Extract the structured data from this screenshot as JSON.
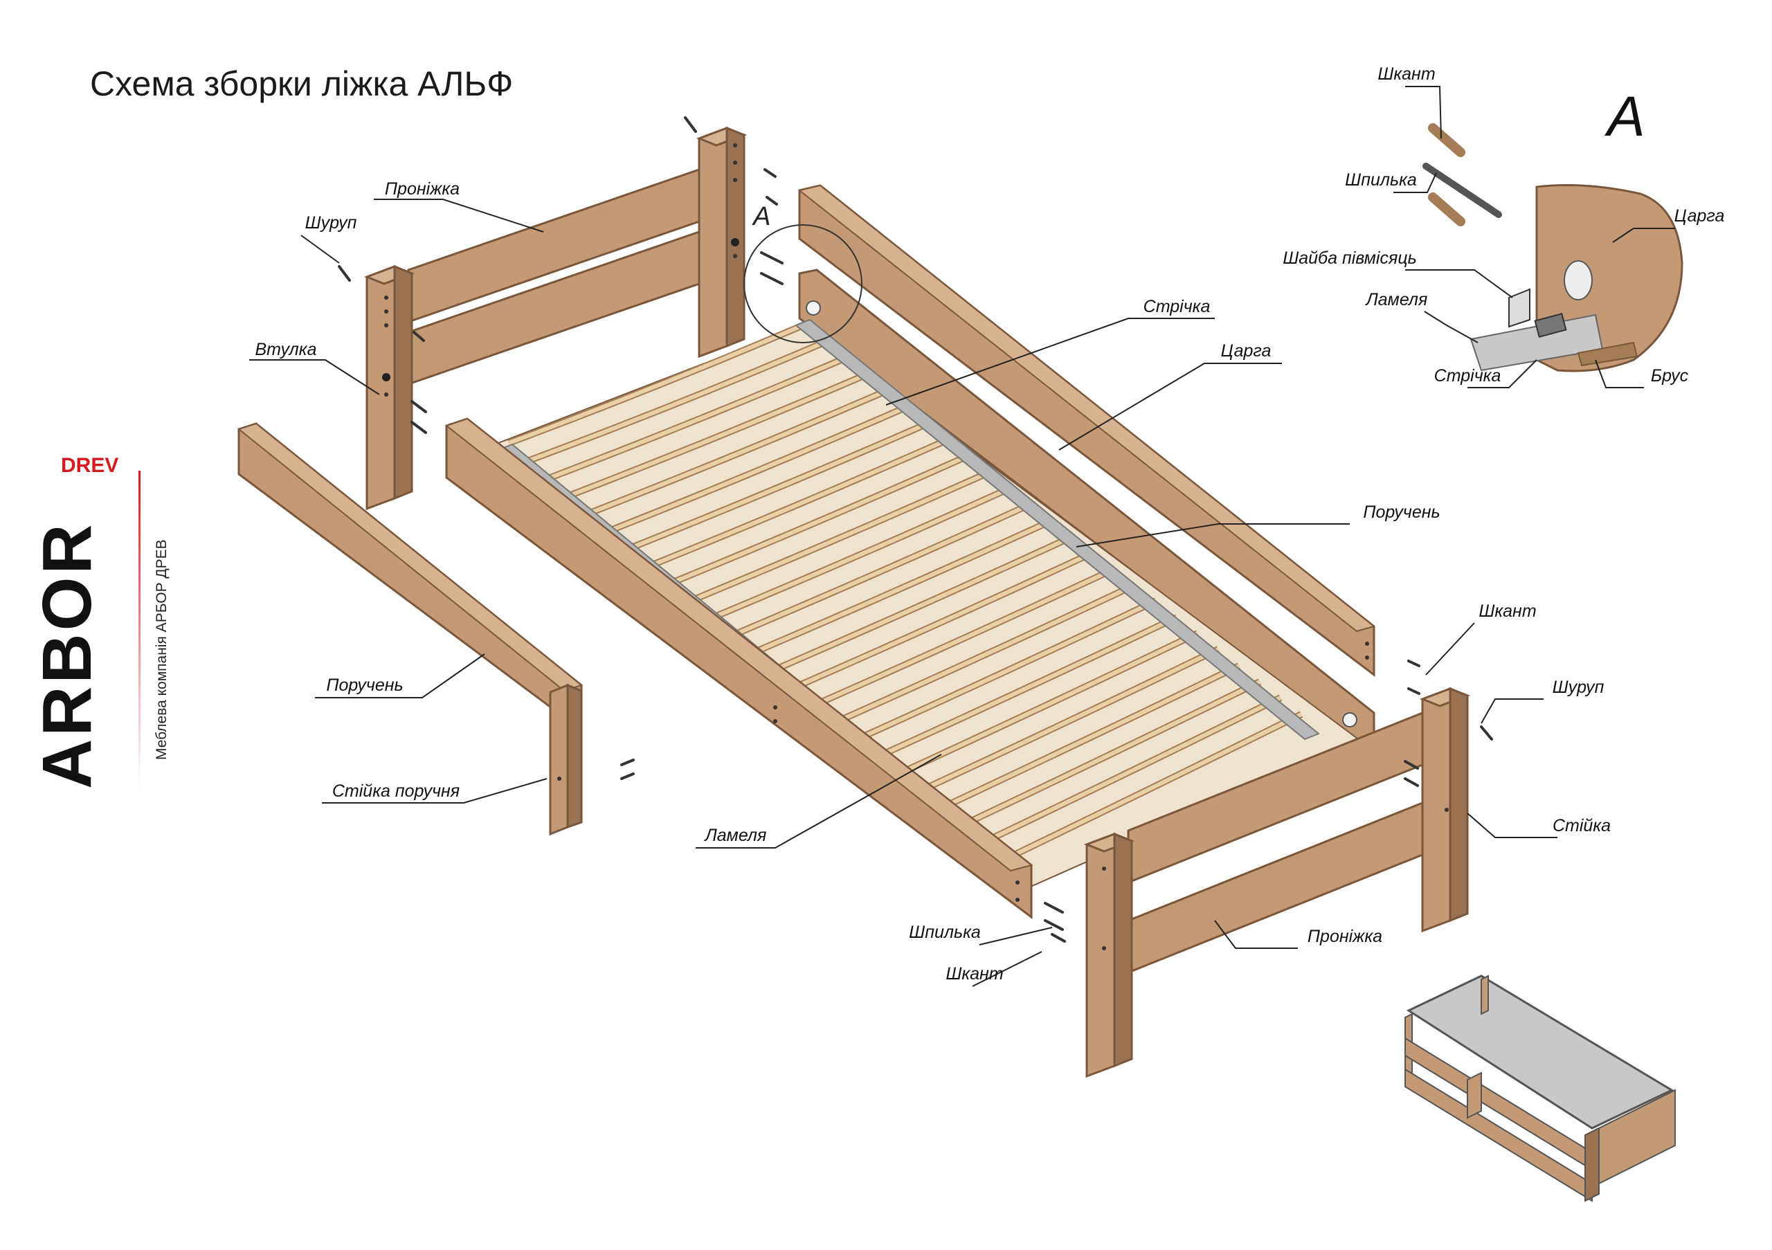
{
  "title": "Схема зборки ліжка АЛЬФ",
  "detail_marker": "A",
  "circle_marker": "A",
  "logo": {
    "main_text": "ARBOR",
    "sub_text": "DREV",
    "tagline": "Меблева компанія АРБОР ДРЕВ"
  },
  "colors": {
    "wood": "#c49a76",
    "wood_dark": "#9c7352",
    "wood_edge": "#7a573b",
    "slat": "#e8cfa6",
    "metal": "#b8b8b8",
    "brand_red": "#d5191d"
  },
  "labels": {
    "proniazhka_top": "Проніжка",
    "shurup_left": "Шуруп",
    "vtulka": "Втулка",
    "poruchen_left": "Поручень",
    "stiika_poruchnia": "Стійка поручня",
    "lamelia_main": "Ламеля",
    "stritchka_main": "Стрічка",
    "tsarha_main": "Царга",
    "poruchen_right": "Поручень",
    "shkant_right": "Шкант",
    "shurup_right": "Шуруп",
    "stiika": "Стійка",
    "proniazhka_bottom": "Проніжка",
    "shpylka_bottom": "Шпилька",
    "shkant_bottom": "Шкант",
    "detail_shkant": "Шкант",
    "detail_shpylka": "Шпилька",
    "detail_tsarha": "Царга",
    "detail_shaiba": "Шайба півмісяць",
    "detail_lamelia": "Ламеля",
    "detail_stritchka": "Стрічка",
    "detail_brus": "Брус"
  }
}
